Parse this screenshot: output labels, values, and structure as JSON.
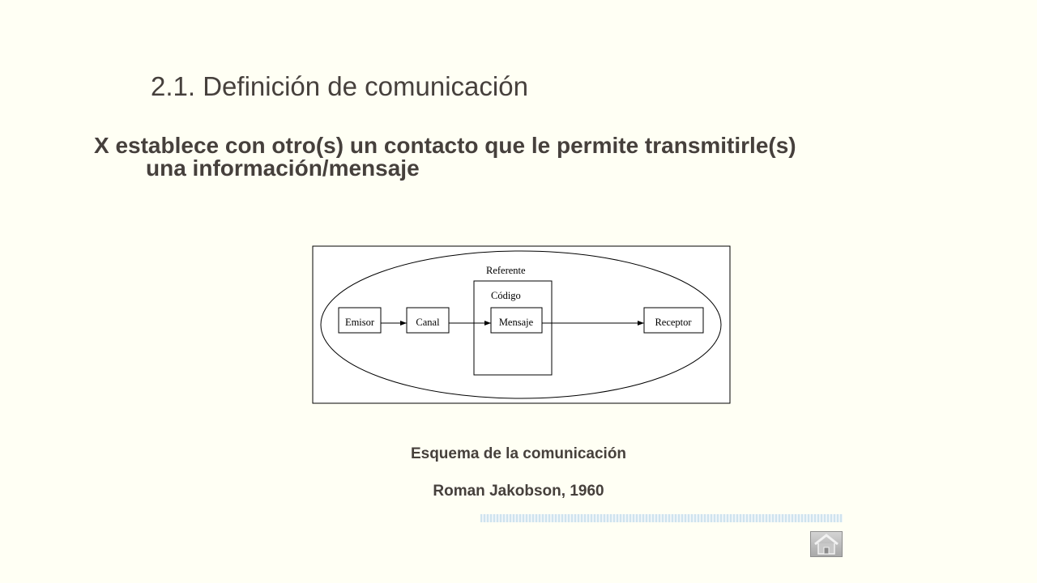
{
  "slide": {
    "title": "2.1. Definición de comunicación",
    "statement_line1": "X establece con otro(s) un contacto que le permite transmitirle(s)",
    "statement_line2": "una información/mensaje"
  },
  "diagram": {
    "referente": "Referente",
    "codigo": "Código",
    "emisor": "Emisor",
    "canal": "Canal",
    "mensaje": "Mensaje",
    "receptor": "Receptor"
  },
  "caption": {
    "title": "Esquema de la comunicación",
    "author": "Roman Jakobson, 1960"
  },
  "nav": {
    "home_icon": "home-icon"
  },
  "colors": {
    "background": "#fffff4",
    "text": "#46403c"
  }
}
